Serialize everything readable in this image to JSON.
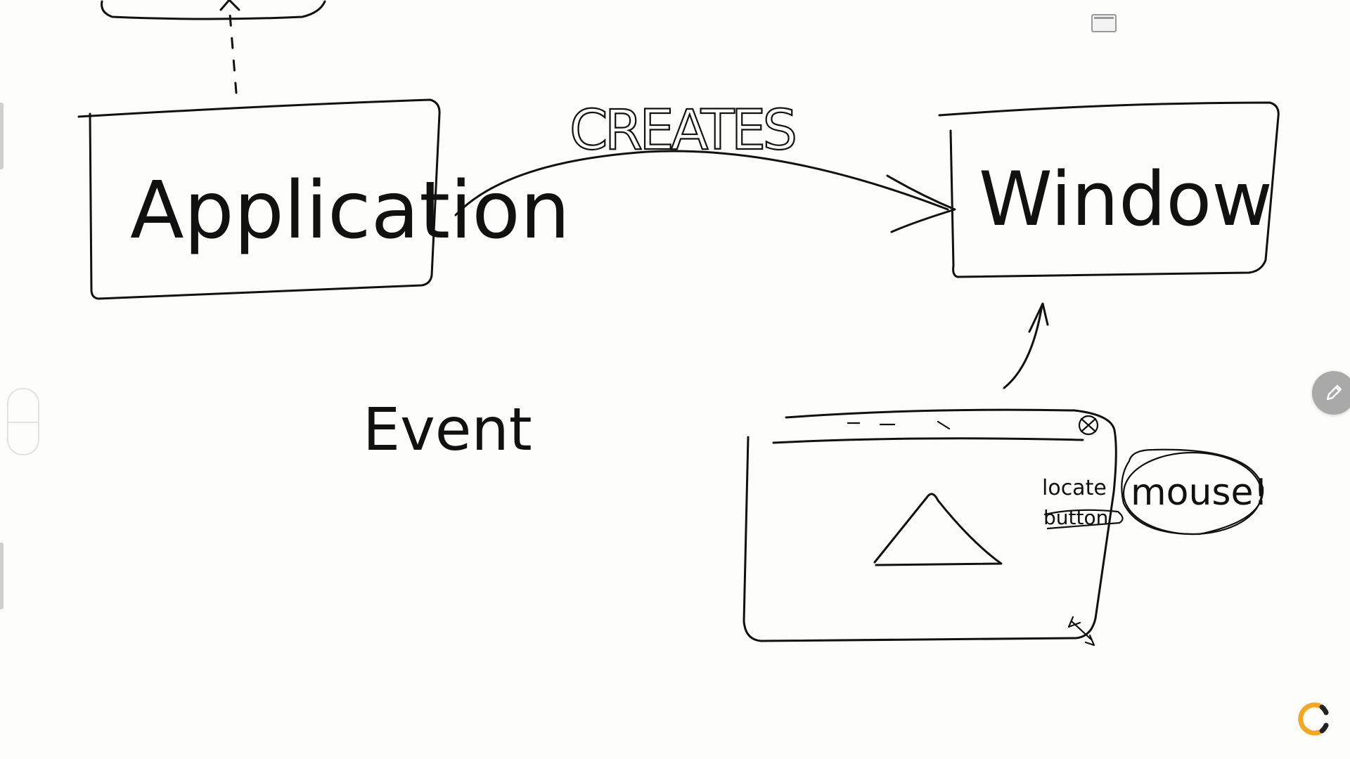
{
  "diagram": {
    "nodes": {
      "application": {
        "label": "Application"
      },
      "window": {
        "label": "Window"
      }
    },
    "edge_label": "CREATES",
    "event_label": "Event",
    "sketch": {
      "side_label_top": "locate",
      "side_label_bottom": "button",
      "bubble_label": "mouse!"
    }
  },
  "colors": {
    "ink": "#111111",
    "paper": "#fdfdfb",
    "pen_button": "#a9a9a9",
    "logo_orange": "#f5a623"
  },
  "icons": {
    "pen": "pencil-icon",
    "window_toggle": "window-icon",
    "logo": "brand-logo-icon"
  }
}
